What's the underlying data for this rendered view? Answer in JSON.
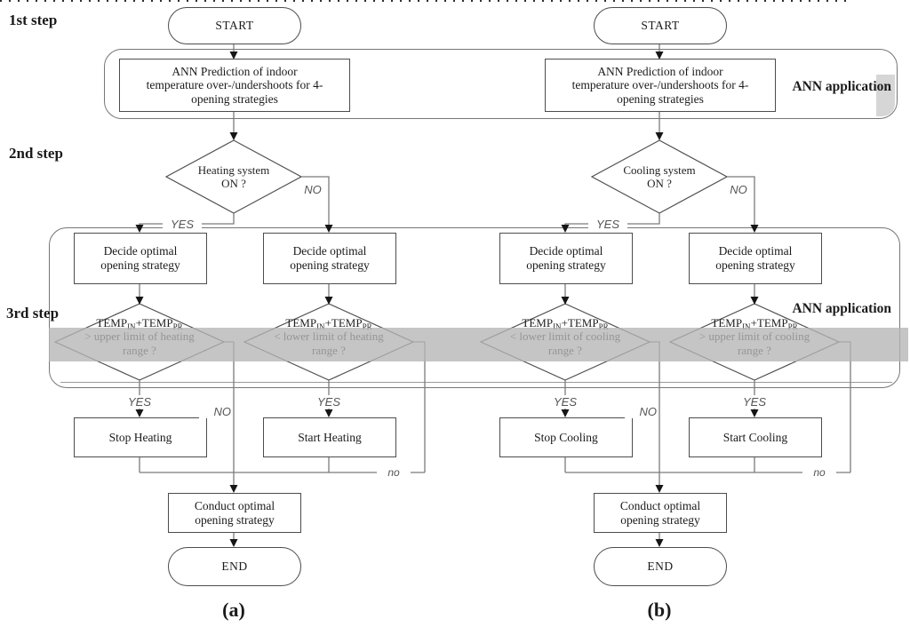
{
  "figure": {
    "step_labels": [
      "1st step",
      "2nd step",
      "3rd step"
    ],
    "ann_application_label_top": "ANN application",
    "ann_application_label_bottom": "ANN application",
    "colors": {
      "highlight_band": "#c6c6c6",
      "corner_tab": "#d6d6d6",
      "connector_gray": "#7b7b7b",
      "node_border": "#4c4c4c"
    }
  },
  "charts": [
    {
      "caption": "(a)",
      "start": "START",
      "ann_prediction_l1": "ANN Prediction of indoor",
      "ann_prediction_l2": "temperature over-/undershoots for 4-",
      "ann_prediction_l3": "opening strategies",
      "system_q_l1": "Heating system",
      "system_q_l2": "ON ?",
      "yes": "YES",
      "no": "NO",
      "decide_l1": "Decide optimal",
      "decide_l2": "opening strategy",
      "branches": [
        {
          "temp_t1": "TEMP",
          "temp_s1": "IN",
          "temp_t2": "+TEMP",
          "temp_s2": "PR",
          "cond_l1": "> upper limit of heating",
          "cond_l2": "range ?",
          "yes": "YES",
          "action": "Stop Heating"
        },
        {
          "temp_t1": "TEMP",
          "temp_s1": "IN",
          "temp_t2": "+TEMP",
          "temp_s2": "PR",
          "cond_l1": "< lower limit of heating",
          "cond_l2": "range ?",
          "yes": "YES",
          "action": "Start Heating",
          "no_small": "no"
        }
      ],
      "center_no": "NO",
      "conduct_l1": "Conduct optimal",
      "conduct_l2": "opening strategy",
      "end": "END"
    },
    {
      "caption": "(b)",
      "start": "START",
      "ann_prediction_l1": "ANN Prediction of indoor",
      "ann_prediction_l2": "temperature over-/undershoots for 4-",
      "ann_prediction_l3": "opening strategies",
      "system_q_l1": "Cooling system",
      "system_q_l2": "ON ?",
      "yes": "YES",
      "no": "NO",
      "decide_l1": "Decide optimal",
      "decide_l2": "opening strategy",
      "branches": [
        {
          "temp_t1": "TEMP",
          "temp_s1": "IN",
          "temp_t2": "+TEMP",
          "temp_s2": "PR",
          "cond_l1": "< lower limit of cooling",
          "cond_l2": "range ?",
          "yes": "YES",
          "action": "Stop Cooling"
        },
        {
          "temp_t1": "TEMP",
          "temp_s1": "IN",
          "temp_t2": "+TEMP",
          "temp_s2": "PR",
          "cond_l1": "> upper limit of cooling",
          "cond_l2": "range ?",
          "yes": "YES",
          "action": "Start Cooling",
          "no_small": "no"
        }
      ],
      "center_no": "NO",
      "conduct_l1": "Conduct optimal",
      "conduct_l2": "opening strategy",
      "end": "END"
    }
  ]
}
